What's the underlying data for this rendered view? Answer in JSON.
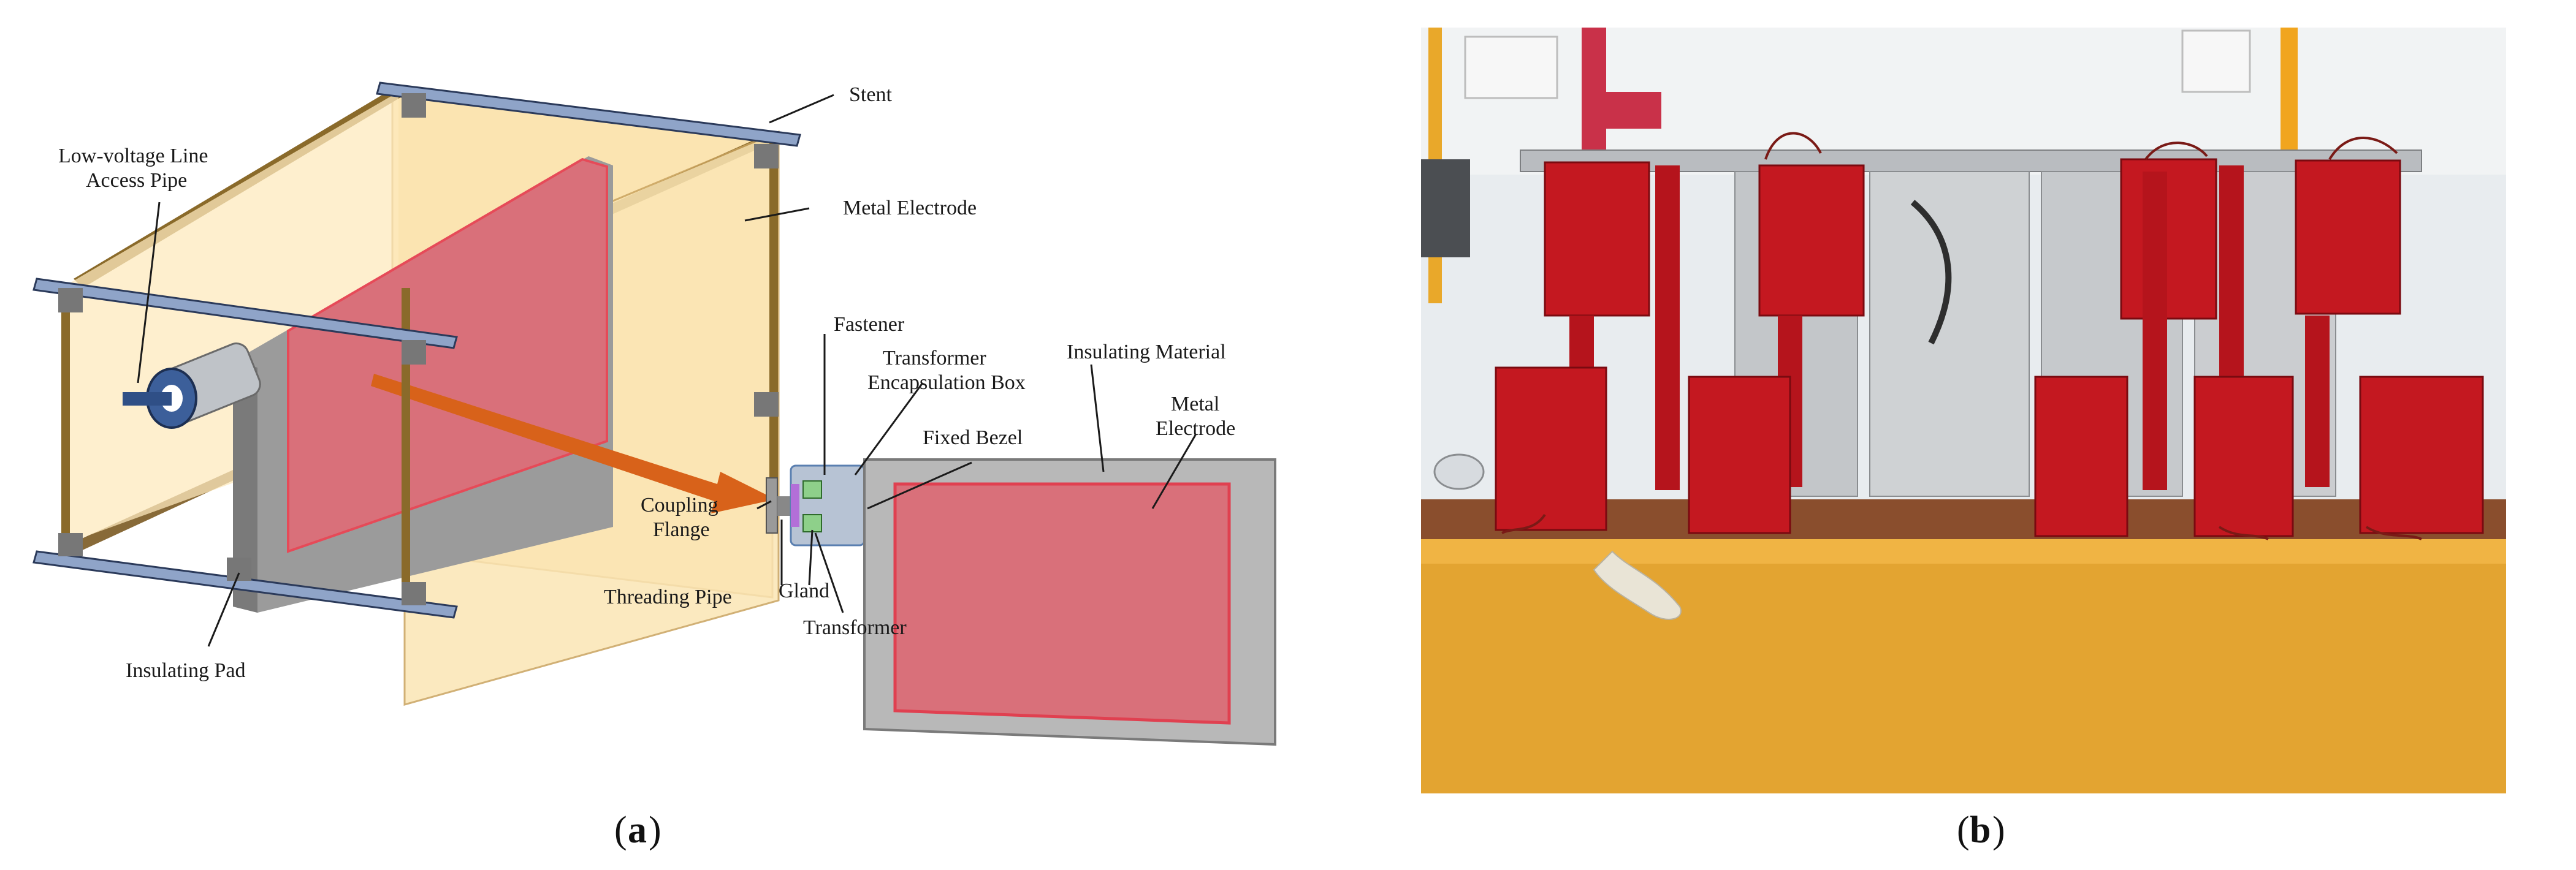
{
  "panel_a": {
    "caption_letter": "a",
    "labels": {
      "stent": "Stent",
      "low_voltage_1": "Low-voltage Line",
      "low_voltage_2": "Access Pipe",
      "metal_electrode_main": "Metal Electrode",
      "fastener": "Fastener",
      "transformer_box_1": "Transformer",
      "transformer_box_2": "Encapsulation Box",
      "insulating_material": "Insulating Material",
      "metal_electrode_1": "Metal",
      "metal_electrode_2": "Electrode",
      "fixed_bezel": "Fixed Bezel",
      "coupling_flange_1": "Coupling",
      "coupling_flange_2": "Flange",
      "threading_pipe": "Threading Pipe",
      "gland": "Gland",
      "transformer": "Transformer",
      "insulating_pad": "Insulating Pad"
    }
  },
  "panel_b": {
    "caption_letter": "b"
  },
  "colors": {
    "yellow_panel": "#fbe3ad",
    "frame_brown": "#8a6a2a",
    "stent_blue": "#8fa4c8",
    "electrode_red": "#d9707a",
    "electrode_red_edge": "#e04050",
    "insulator_grey": "#b8b8b8",
    "arrow_orange": "#d8621a",
    "desk_yellow": "#e3a431",
    "box_red": "#c41820"
  }
}
